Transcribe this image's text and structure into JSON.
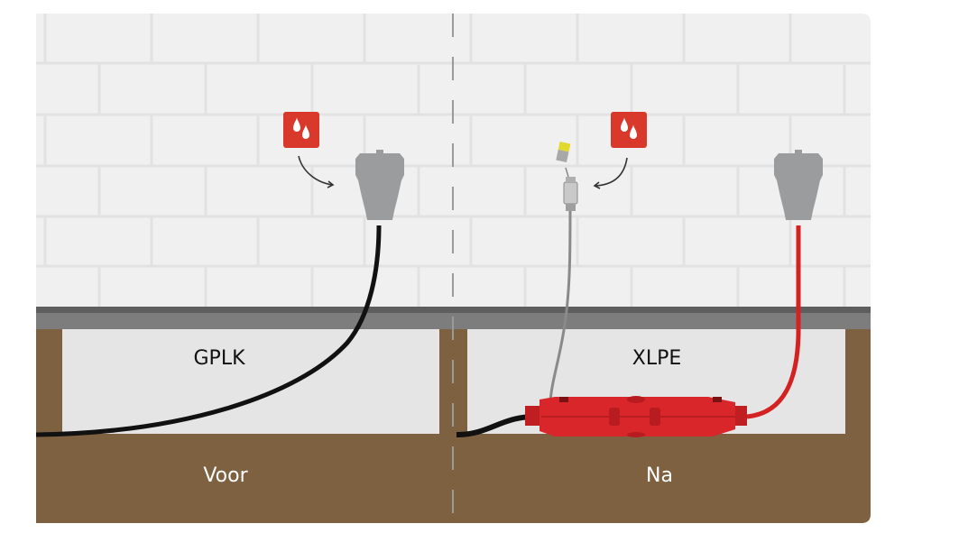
{
  "diagram": {
    "title": "Cable end seal before/after comparison",
    "panels": [
      {
        "id": "before",
        "cable_type_label": "GPLK",
        "state_label": "Voor",
        "cable_color": "#111111",
        "items": [
          "moisture-warning-badge",
          "cable-end-cap",
          "black-cable"
        ]
      },
      {
        "id": "after",
        "cable_type_label": "XLPE",
        "state_label": "Na",
        "cable_color": "#d42121",
        "items": [
          "moisture-warning-badge",
          "valve-with-cap",
          "joint-sleeve",
          "cable-end-cap",
          "red-cable"
        ]
      }
    ],
    "colors": {
      "wall": "#f0f0f0",
      "mortar": "#e2e2e2",
      "shelf_dark": "#5e5e5e",
      "shelf": "#7d7d7d",
      "soil": "#7e6140",
      "trench": "#e5e5e5",
      "badge": "#d8392b",
      "cap": "#9b9c9e",
      "joint": "#d8262a",
      "divider": "#9a9a9a"
    }
  }
}
